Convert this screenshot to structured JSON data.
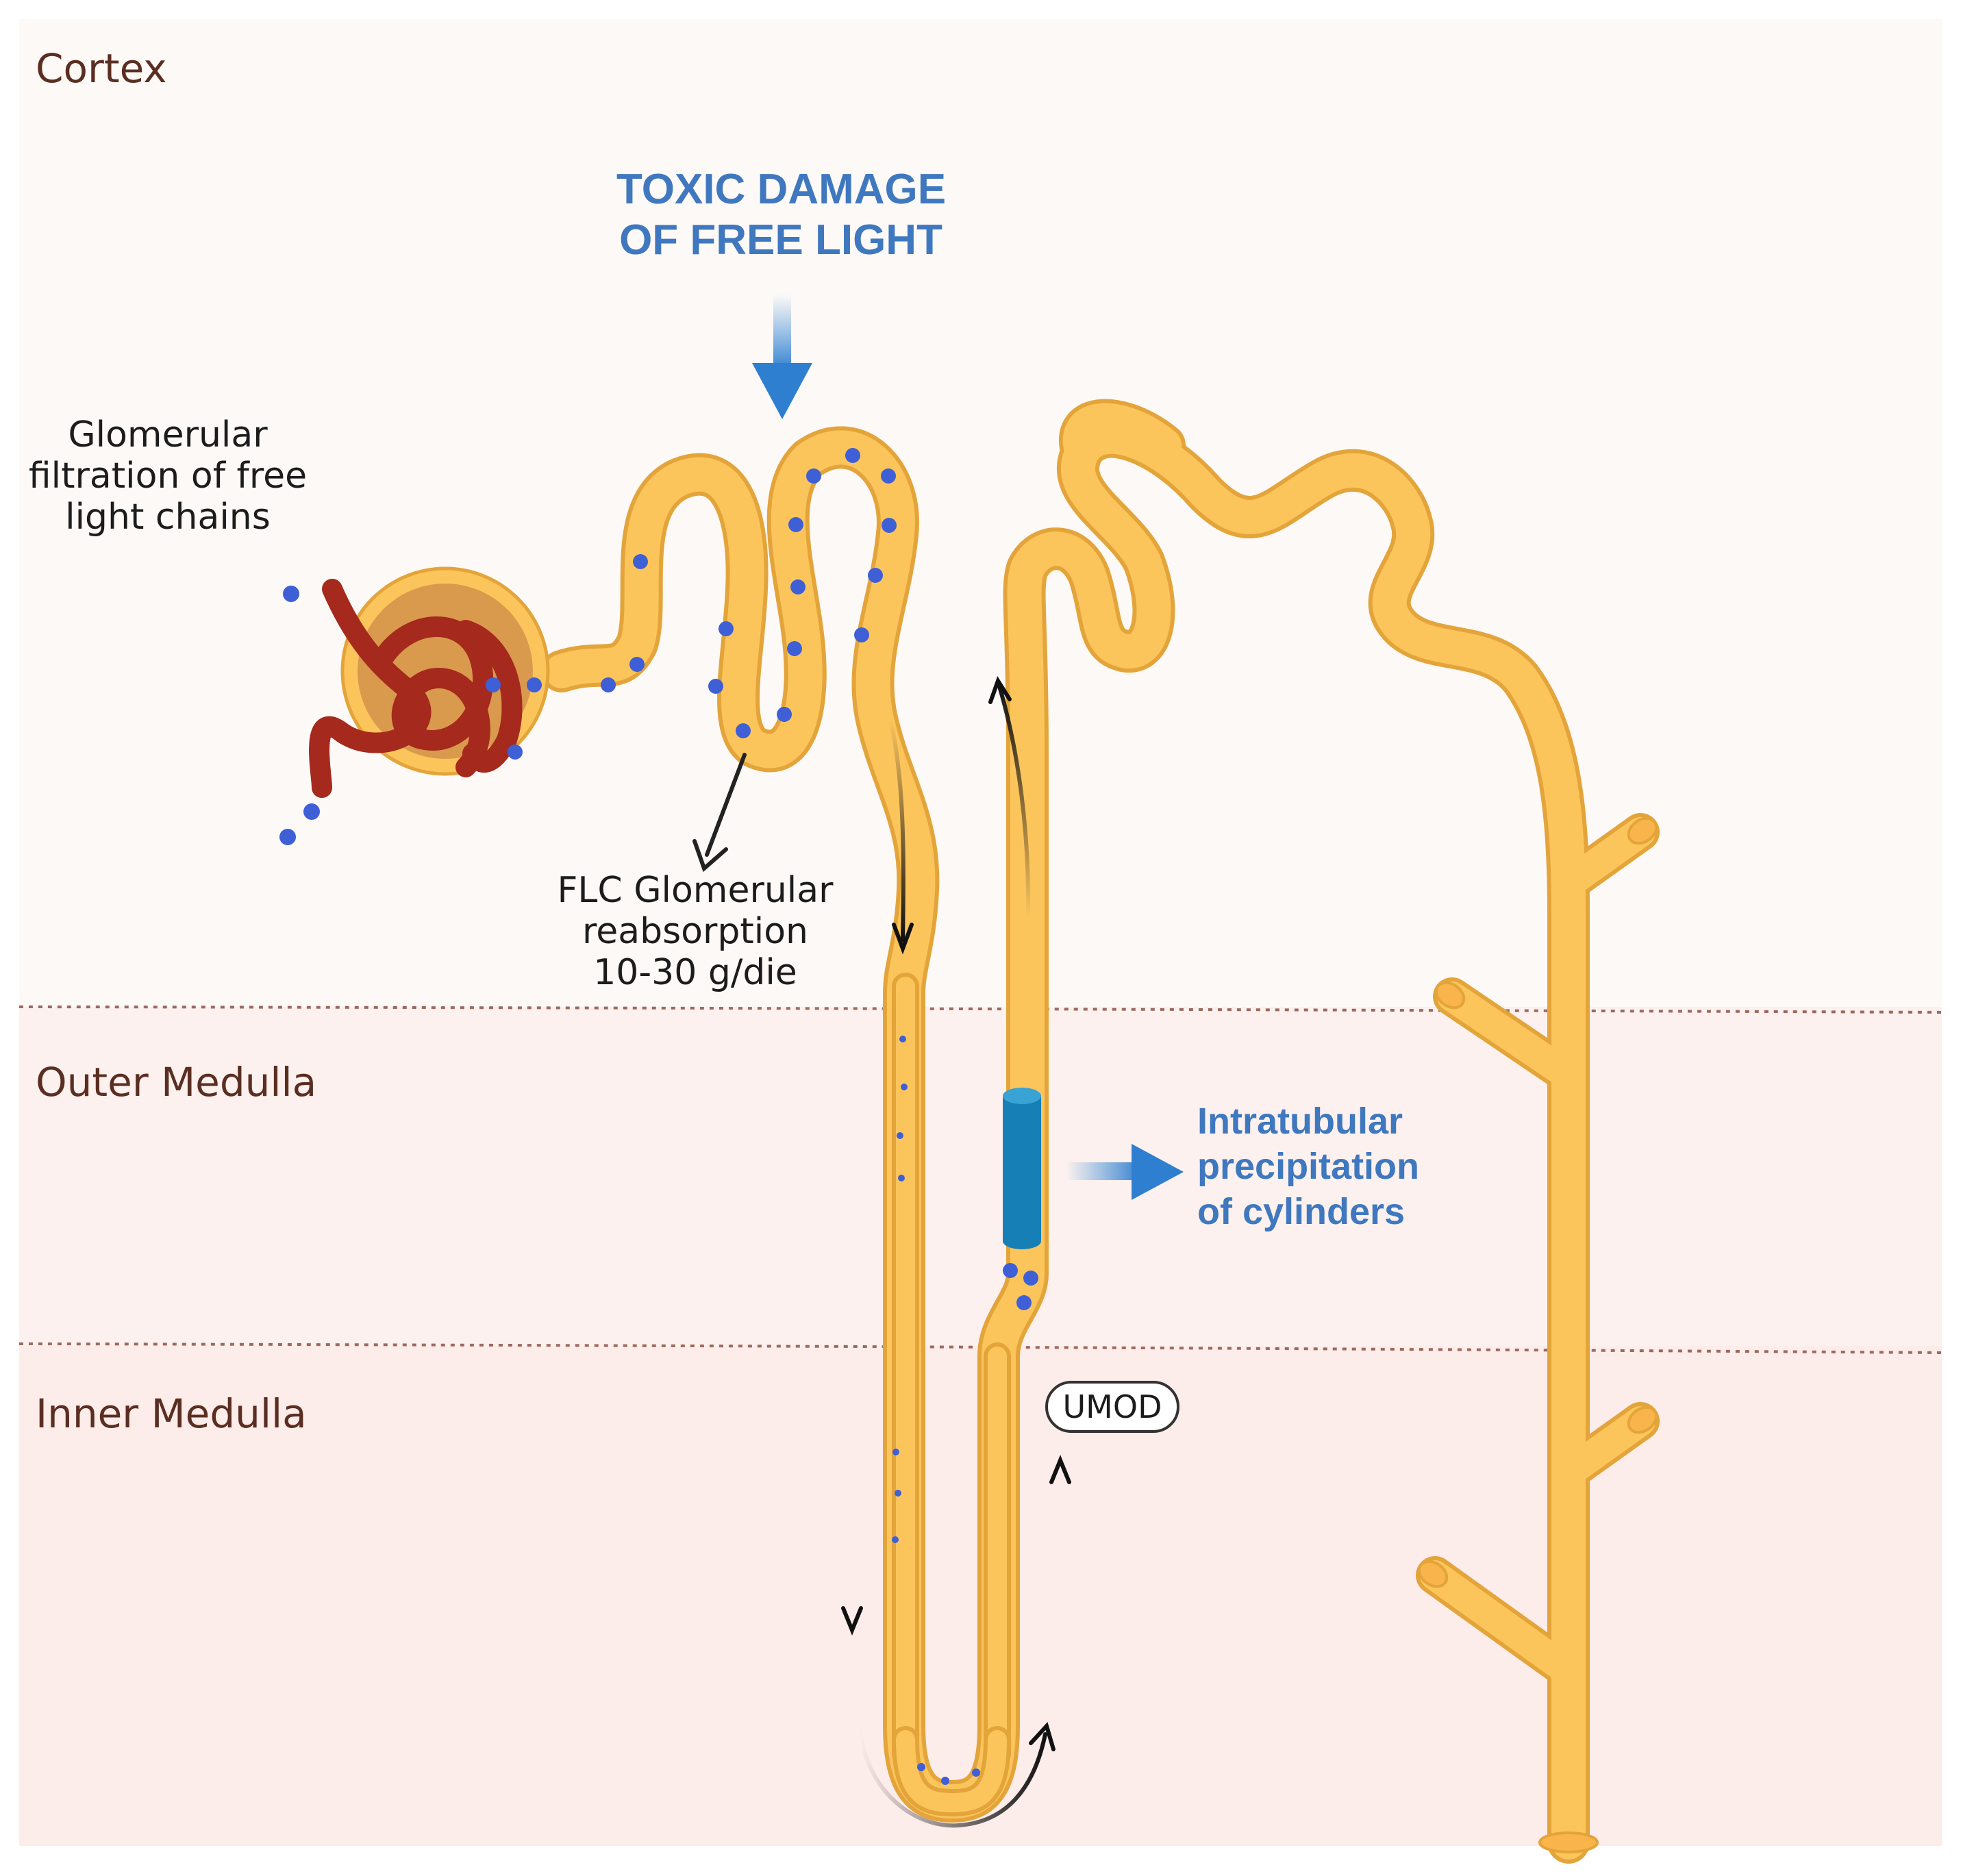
{
  "zones": {
    "cortex": "Cortex",
    "outer_medulla": "Outer Medulla",
    "inner_medulla": "Inner Medulla"
  },
  "labels": {
    "toxic_damage": [
      "TOXIC DAMAGE",
      "OF FREE LIGHT"
    ],
    "glomerular_filtration": [
      "Glomerular",
      "filtration of free",
      "light chains"
    ],
    "flc_reabsorption": [
      "FLC Glomerular",
      "reabsorption",
      "10-30 g/die"
    ],
    "intratubular": [
      "Intratubular",
      "precipitation",
      "of cylinders"
    ],
    "umod": "UMOD"
  },
  "colors": {
    "tubule_fill": "#fcc55c",
    "tubule_outline": "#e3a43a",
    "capillary": "#a5291c",
    "bowman_inner": "#d99a4e",
    "particle": "#3f5fd6",
    "cylinder": "#167fb5",
    "blue_text": "#3f78bf",
    "zone_text": "#5b2e22",
    "cortex_bg": "#fdf9f7",
    "medulla_bg": "#fcefec"
  }
}
